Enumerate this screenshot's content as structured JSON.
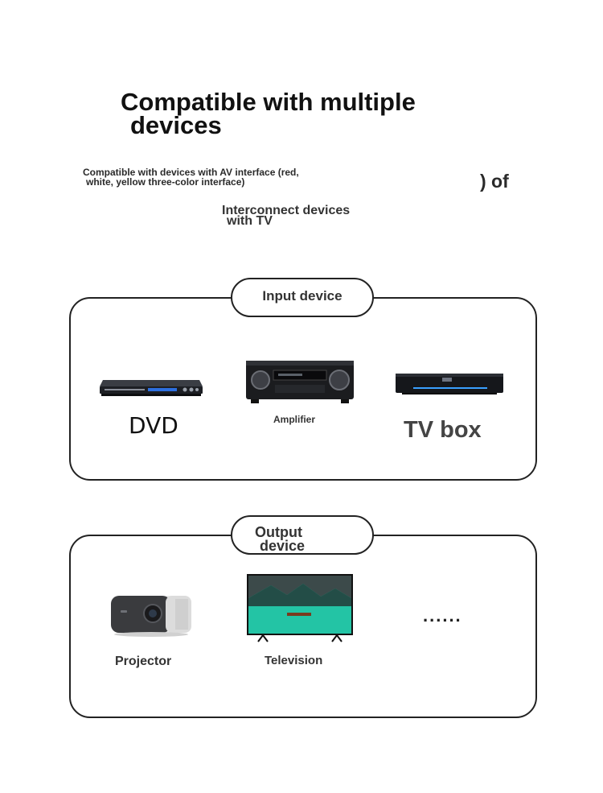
{
  "header": {
    "title_line1": "Compatible with multiple",
    "title_line2": "devices",
    "subtitle_line1": "Compatible with devices with AV interface (red,",
    "subtitle_line2": "white, yellow three-color interface)",
    "subtitle_suffix": ") of",
    "interconnect_line1": "Interconnect devices",
    "interconnect_line2": "with TV"
  },
  "input_section": {
    "label": "Input device",
    "devices": [
      {
        "name": "DVD",
        "icon": "dvd-player-icon"
      },
      {
        "name": "Amplifier",
        "icon": "amplifier-icon"
      },
      {
        "name": "TV box",
        "icon": "tv-box-icon"
      }
    ]
  },
  "output_section": {
    "label_line1": "Output",
    "label_line2": "device",
    "devices": [
      {
        "name": "Projector",
        "icon": "projector-icon"
      },
      {
        "name": "Television",
        "icon": "television-icon"
      },
      {
        "name": "......",
        "icon": "ellipsis"
      }
    ]
  },
  "colors": {
    "border": "#222222",
    "text_dark": "#111111",
    "text_gray": "#333333",
    "dvd_accent": "#2d6fe0",
    "tvbox_accent": "#3aa0ff"
  }
}
